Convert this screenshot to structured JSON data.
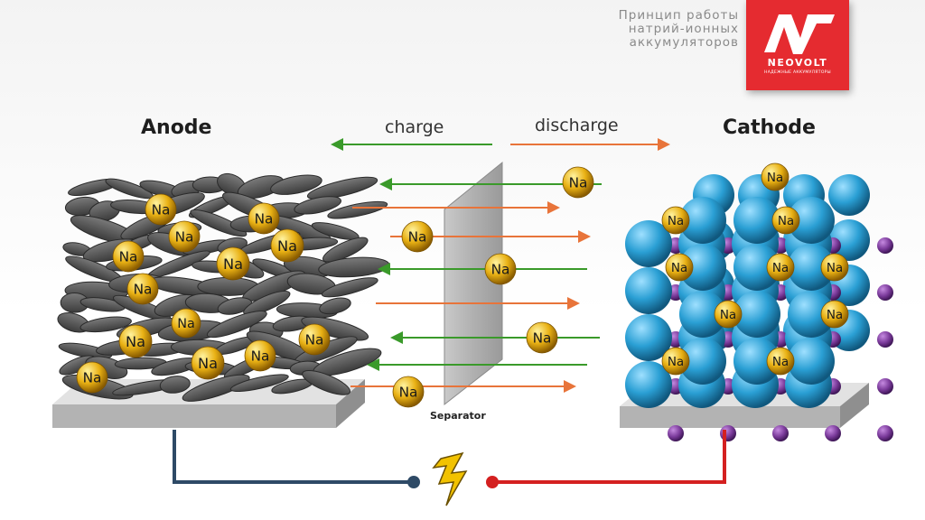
{
  "header": {
    "lines": [
      "Принцип работы",
      "натрий-ионных",
      "аккумуляторов"
    ]
  },
  "logo": {
    "brand": "NEOVOLT",
    "tagline": "НАДЕЖНЫЕ АККУМУЛЯТОРЫ",
    "color": "#e52b30"
  },
  "labels": {
    "anode": "Anode",
    "cathode": "Cathode",
    "charge": "charge",
    "discharge": "discharge",
    "separator": "Separator",
    "ion": "Na"
  },
  "colors": {
    "charge_arrow": "#3a9a2a",
    "discharge_arrow": "#e8743a",
    "ion": "#e9b114",
    "cathode_sphere": "#2a9fd4",
    "cathode_small": "#7a3a9a",
    "wire_anode": "#2e4a66",
    "wire_cathode": "#d42020",
    "bolt": "#f2c200"
  },
  "icons": [
    "lightning-bolt-icon",
    "neovolt-logo-icon"
  ]
}
